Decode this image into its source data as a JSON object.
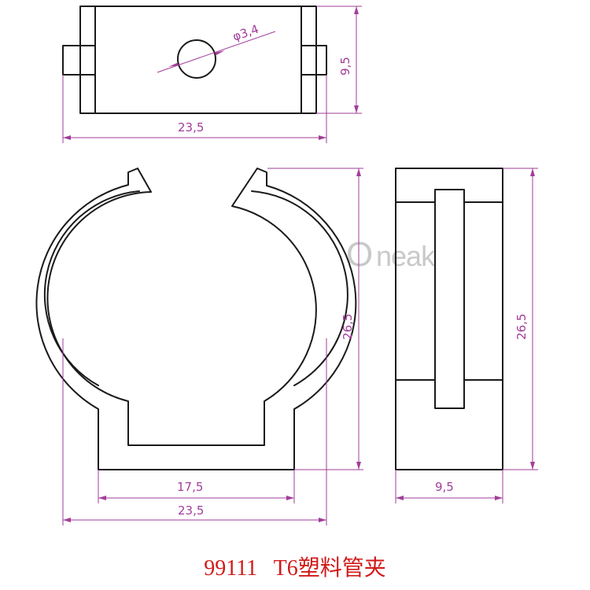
{
  "colors": {
    "outline": "#1a1a1a",
    "dimension": "#a23d9a",
    "caption": "#d11a1a",
    "watermark": "#c9c9c9"
  },
  "dimensions": {
    "top_hole_dia": "φ3,4",
    "top_height": "9,5",
    "top_width": "23,5",
    "front_height": "26,5",
    "front_inner_width": "17,5",
    "front_width": "23,5",
    "side_height": "26,5",
    "side_width": "9,5"
  },
  "watermark": {
    "letter": "O",
    "rest": "neak"
  },
  "caption": {
    "model": "99111",
    "name": "T6塑料管夹"
  }
}
